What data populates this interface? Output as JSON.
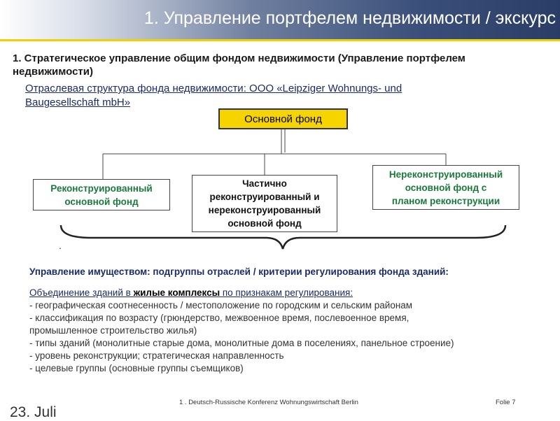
{
  "header": {
    "title": "1. Управление портфелем недвижимости / экскурс"
  },
  "heading": {
    "line1": "1. Стратегическое управление общим фондом недвижимости (Управление портфелем",
    "line2": "недвижимости)"
  },
  "subtitle": {
    "line1": "Отраслевая структура фонда недвижимости: ООО «Leipziger Wohnungs- und",
    "line2": "Baugesellschaft mbH»"
  },
  "diagram": {
    "main": "Основной фонд",
    "box1": [
      "Реконструированный",
      "основной фонд"
    ],
    "box2": [
      "Частично",
      "реконструированный и",
      "нереконструированный",
      "основной фонд"
    ],
    "box3": [
      "Нереконструированный",
      "основной фонд с",
      "планом реконструкции"
    ]
  },
  "dot": ".",
  "management": {
    "title": "Управление имуществом: подгруппы отраслей / критерии регулирования фонда зданий:"
  },
  "list": {
    "head_pre": "Объединение зданий в ",
    "head_bold": "жилые комплексы",
    "head_post": " по признакам регулирования:",
    "items": [
      "- географическая соотнесенность / местоположение по городским и сельским районам",
      "- классификация по возрасту (грюндерство, межвоенное время, послевоенное время,",
      "промышленное строительство жилья)",
      "- типы зданий (монолитные старые дома, монолитные дома в поселениях, панельное строение)",
      "- уровень реконструкции; стратегическая направленность",
      "- целевые группы (основные группы съемщиков)"
    ]
  },
  "footer": {
    "conference": "1 . Deutsch-Russische Konferenz Wohnungswirtschaft Berlin",
    "folie": "Folie 7",
    "date": "23. Juli"
  },
  "colors": {
    "accent_yellow": "#f5d400",
    "box_text_green": "#1a7a3a",
    "heading_blue": "#1a2a6a"
  }
}
